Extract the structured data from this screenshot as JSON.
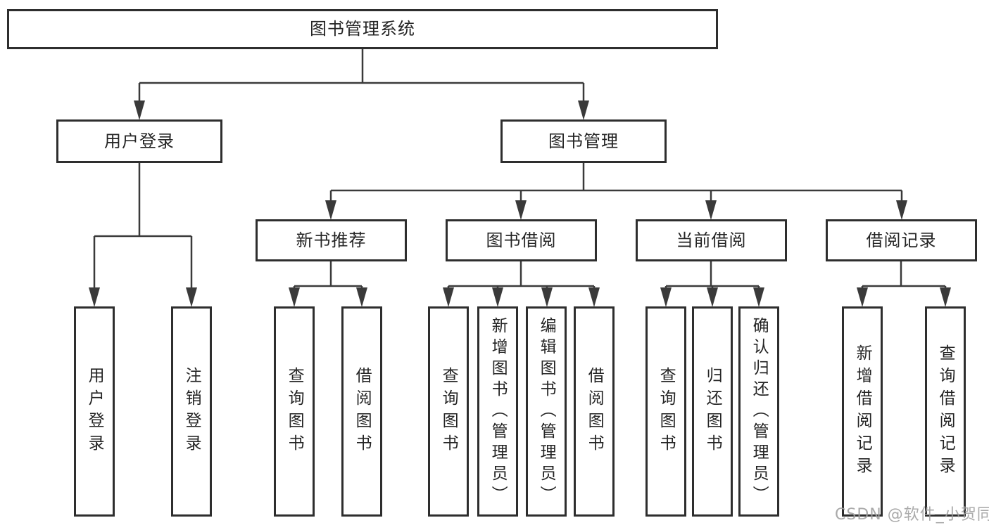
{
  "diagram": {
    "title": "图书管理系统",
    "tree": {
      "root": "图书管理系统",
      "branches": [
        {
          "label": "用户登录",
          "leaves": [
            "用户登录",
            "注销登录"
          ]
        },
        {
          "label": "图书管理",
          "groups": [
            {
              "label": "新书推荐",
              "leaves": [
                "查询图书",
                "借阅图书"
              ]
            },
            {
              "label": "图书借阅",
              "leaves": [
                "查询图书",
                "新增图书（管理员）",
                "编辑图书（管理员）",
                "借阅图书"
              ]
            },
            {
              "label": "当前借阅",
              "leaves": [
                "查询图书",
                "归还图书",
                "确认归还（管理员）"
              ]
            },
            {
              "label": "借阅记录",
              "leaves": [
                "新增借阅记录",
                "查询借阅记录"
              ]
            }
          ]
        }
      ]
    },
    "colors": {
      "line": "#3a3a3a",
      "box_border": "#2e2e2e",
      "text": "#242424",
      "watermark": "#9e9e9e",
      "background": "#ffffff"
    }
  },
  "watermark": "CSDN @软件_小贺同学"
}
